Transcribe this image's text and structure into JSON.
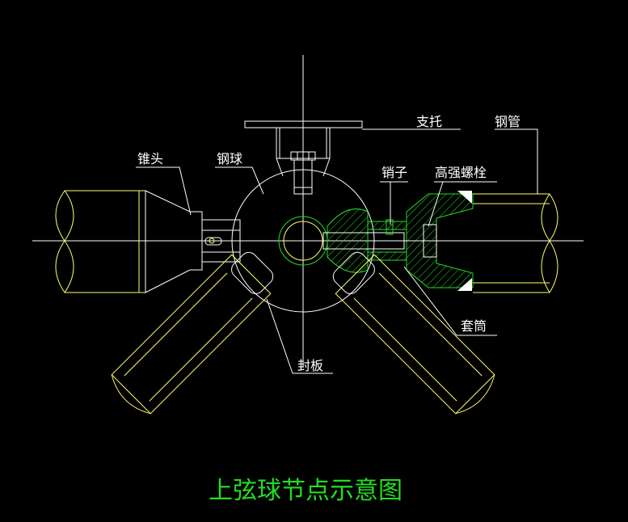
{
  "labels": {
    "cone_head": "锥头",
    "steel_ball": "钢球",
    "support": "支托",
    "steel_pipe": "钢管",
    "pin": "销子",
    "hs_bolt": "高强螺栓",
    "sleeve": "套筒",
    "seal_plate": "封板"
  },
  "title": "上弦球节点示意图",
  "colors": {
    "background": "#000000",
    "outline": "#ffffff",
    "pipe": "#ffff66",
    "hatch": "#22dd22",
    "title": "#22dd22"
  }
}
